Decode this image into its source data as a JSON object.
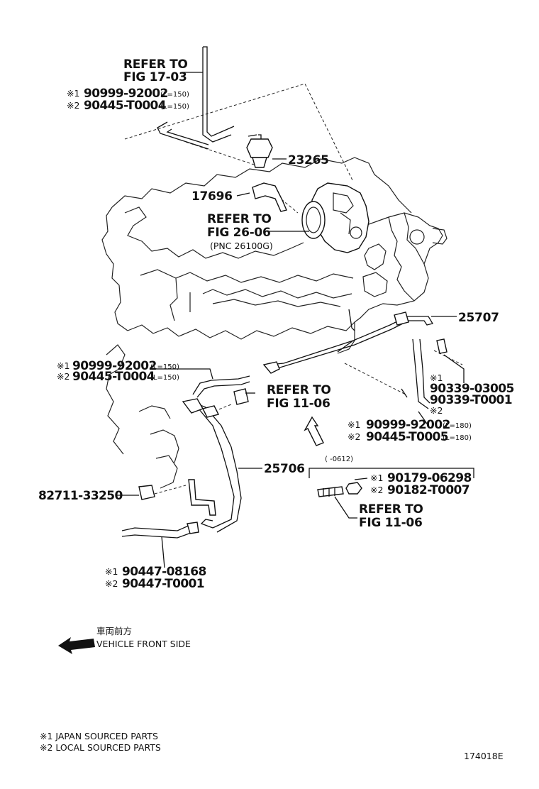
{
  "callouts": {
    "refer_fig_17_03": {
      "line1": "REFER TO",
      "line2": "FIG 17-03"
    },
    "hose_top": {
      "row1": {
        "mark": "※1",
        "pn": "90999-92002",
        "size": "(L=150)"
      },
      "row2": {
        "mark": "※2",
        "pn": "90445-T0004",
        "size": "(L=150)"
      }
    },
    "p23265": "23265",
    "p17696": "17696",
    "refer_fig_26_06": {
      "line1": "REFER TO",
      "line2": "FIG 26-06",
      "pnc": "(PNC 26100G)"
    },
    "p25707": "25707",
    "hose_mid": {
      "row1": {
        "mark": "※1",
        "pn": "90999-92002",
        "size": "(L=150)"
      },
      "row2": {
        "mark": "※2",
        "pn": "90445-T0004",
        "size": "(L=150)"
      }
    },
    "refer_fig_11_06_a": {
      "line1": "REFER TO",
      "line2": "FIG 11-06"
    },
    "hose_right": {
      "mark1": "※1",
      "pn1": "90339-03005",
      "pn2": "90339-T0001",
      "mark2": "※2"
    },
    "hose_right2": {
      "row1": {
        "mark": "※1",
        "pn": "90999-92002",
        "size": "(L=180)"
      },
      "row2": {
        "mark": "※2",
        "pn": "90445-T0005",
        "size": "(L=180)"
      }
    },
    "p25706": "25706",
    "date_range": "(   -0612)",
    "bolt": {
      "row1": {
        "mark": "※1",
        "pn": "90179-06298"
      },
      "row2": {
        "mark": "※2",
        "pn": "90182-T0007"
      }
    },
    "refer_fig_11_06_b": {
      "line1": "REFER TO",
      "line2": "FIG 11-06"
    },
    "p82711": "82711-33250",
    "hose_bottom": {
      "row1": {
        "mark": "※1",
        "pn": "90447-08168"
      },
      "row2": {
        "mark": "※2",
        "pn": "90447-T0001"
      }
    }
  },
  "direction": {
    "jp": "車両前方",
    "en": "VEHICLE FRONT SIDE",
    "icon": "arrow-left-icon"
  },
  "legend": {
    "item1": "※1 JAPAN SOURCED PARTS",
    "item2": "※2 LOCAL SOURCED PARTS"
  },
  "figure_code": "174018E"
}
